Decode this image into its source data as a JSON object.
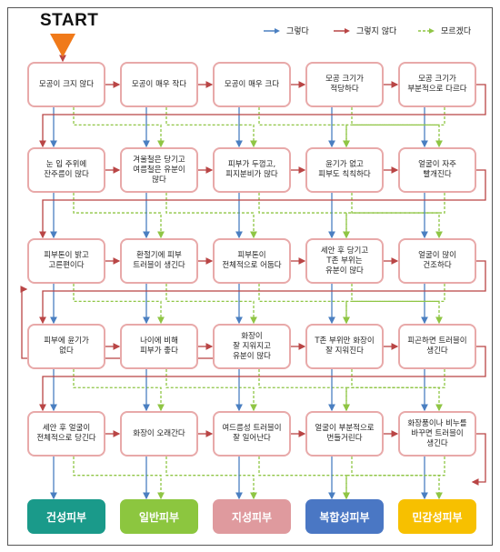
{
  "start": {
    "label": "START"
  },
  "legend": [
    {
      "label": "그렇다",
      "color": "#4a7fc1",
      "dashed": false
    },
    {
      "label": "그렇지 않다",
      "color": "#b94545",
      "dashed": false
    },
    {
      "label": "모르겠다",
      "color": "#8fc544",
      "dashed": true
    }
  ],
  "rows": [
    [
      "모공이 크지 않다",
      "모공이 매우 작다",
      "모공이 매우 크다",
      "모공 크기가\n적당하다",
      "모공 크기가\n부분적으로 다르다"
    ],
    [
      "눈 입 주위에\n잔주름이 많다",
      "겨울철은 당기고\n여름철은 유분이\n많다",
      "피부가 두껍고,\n피지분비가 많다",
      "윤기가 없고\n피부도 칙칙하다",
      "얼굴이 자주\n빨개진다"
    ],
    [
      "피부톤이 밝고\n고른편이다",
      "환절기에 피부\n트러블이 생긴다",
      "피부톤이\n전체적으로 어둡다",
      "세안 후 당기고\nT존 부위는\n유분이 많다",
      "얼굴이 많이\n건조하다"
    ],
    [
      "피부에 윤기가\n없다",
      "나이에 비해\n피부가 좋다",
      "화장이\n잘 지워지고\n유분이 많다",
      "T존 부위만 화장이\n잘 지워진다",
      "피곤하면 트러블이\n생긴다"
    ],
    [
      "세안 후 얼굴이\n전체적으로 당긴다",
      "화장이 오래간다",
      "여드름성 트러블이\n잘 일어난다",
      "얼굴이 부분적으로\n번들거린다",
      "화장품이나 비누를\n바꾸면 트러블이\n생긴다"
    ]
  ],
  "results": [
    {
      "label": "건성피부",
      "color": "#1a9a8a"
    },
    {
      "label": "일반피부",
      "color": "#8cc63f"
    },
    {
      "label": "지성피부",
      "color": "#df9a9e"
    },
    {
      "label": "복합성피부",
      "color": "#4a77c4"
    },
    {
      "label": "민감성피부",
      "color": "#f7c000"
    }
  ]
}
